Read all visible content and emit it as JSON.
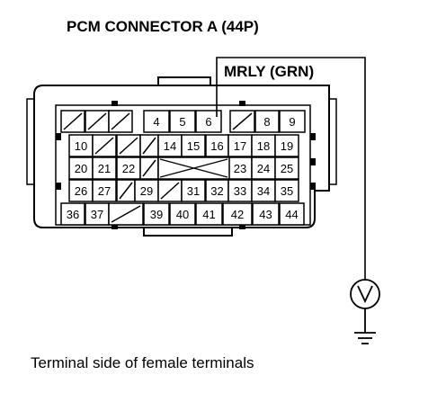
{
  "title": "PCM CONNECTOR A (44P)",
  "wire_label": "MRLY (GRN)",
  "caption": "Terminal side of female terminals",
  "meter_icon": "voltmeter-icon",
  "ground_icon": "ground-icon",
  "rows": [
    [
      "",
      "",
      "",
      "4",
      "5",
      "6",
      "",
      "8",
      "9"
    ],
    [
      "10",
      "",
      "",
      "",
      "14",
      "15",
      "16",
      "17",
      "18",
      "19"
    ],
    [
      "20",
      "21",
      "22",
      "",
      "",
      "",
      "",
      "23",
      "24",
      "25"
    ],
    [
      "26",
      "27",
      "",
      "29",
      "",
      "31",
      "32",
      "33",
      "34",
      "35"
    ],
    [
      "36",
      "37",
      "",
      "39",
      "40",
      "41",
      "42",
      "43",
      "44"
    ]
  ]
}
